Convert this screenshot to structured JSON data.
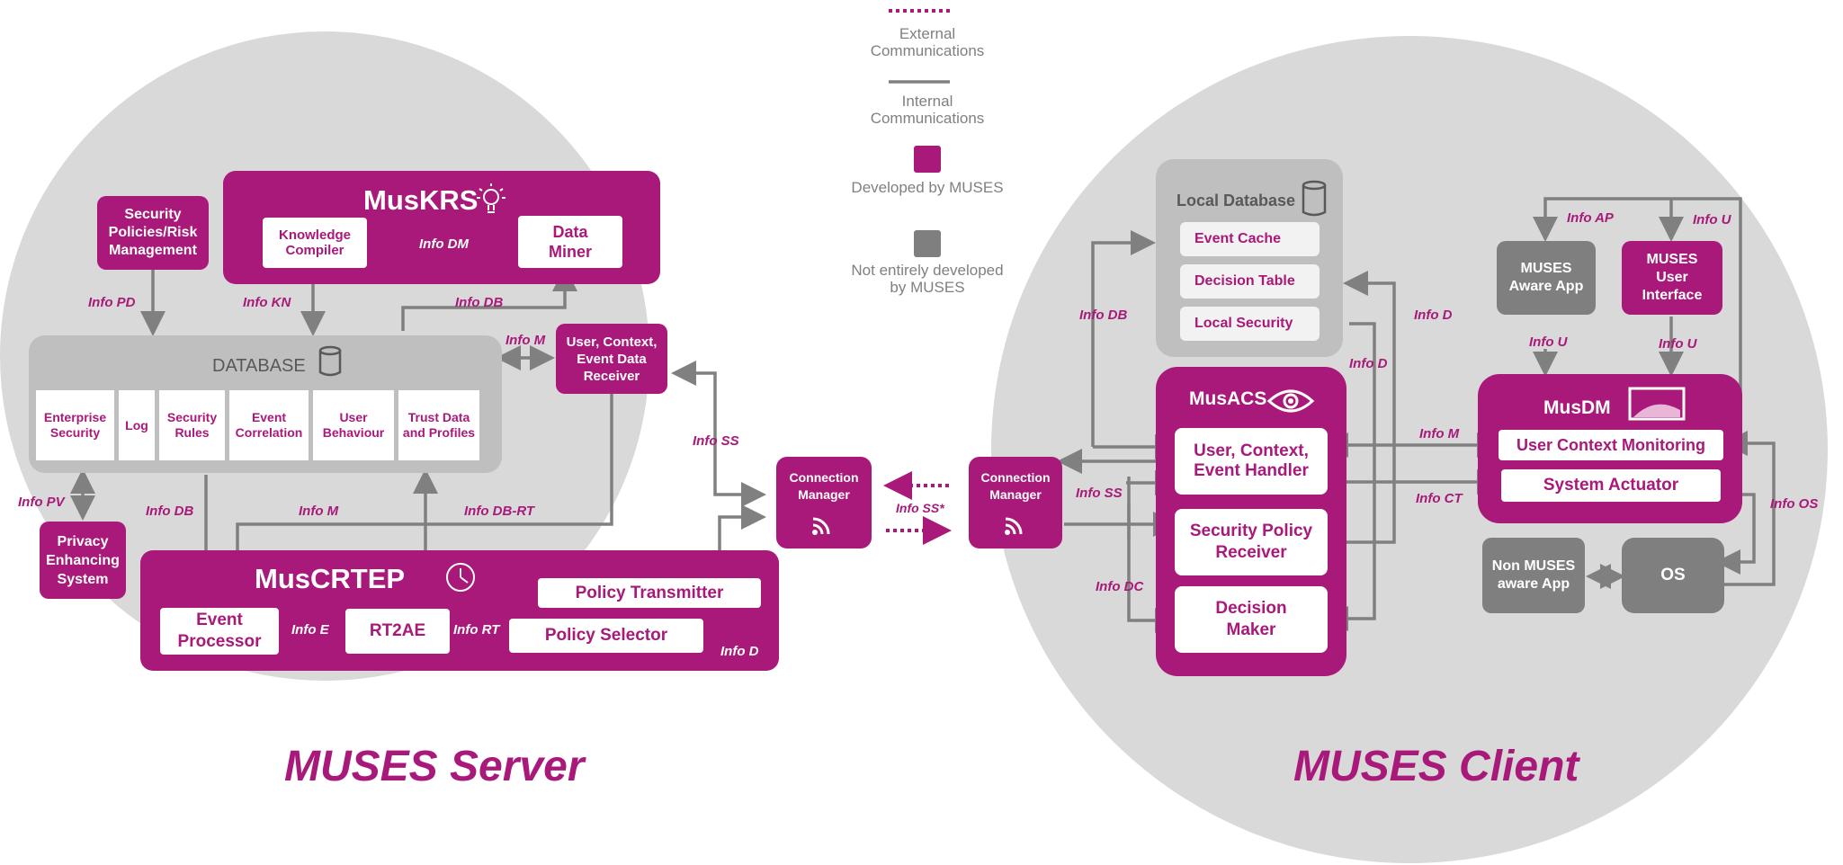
{
  "legend": {
    "external": "External Communications",
    "internal": "Internal Communications",
    "developed": "Developed by MUSES",
    "not_developed": "Not entirely developed by MUSES"
  },
  "server": {
    "title": "MUSES Server",
    "muskrs": {
      "title": "MusKRS",
      "knowledge_compiler": "Knowledge Compiler",
      "data_miner": "Data Miner",
      "info_dm": "Info DM"
    },
    "security_policies": "Security Policies/Risk Management",
    "database": {
      "title": "DATABASE",
      "cells": [
        "Enterprise Security",
        "Log",
        "Security Rules",
        "Event Correlation",
        "User Behaviour",
        "Trust Data and Profiles"
      ]
    },
    "receiver": "User, Context, Event Data Receiver",
    "privacy": "Privacy Enhancing System",
    "muscrtep": {
      "title": "MusCRTEP",
      "event_processor": "Event Processor",
      "rt2ae": "RT2AE",
      "policy_selector": "Policy Selector",
      "policy_transmitter": "Policy Transmitter",
      "info_e": "Info E",
      "info_rt": "Info RT",
      "info_d": "Info D"
    },
    "connection_manager": "Connection Manager",
    "labels": {
      "info_pd": "Info PD",
      "info_kn": "Info KN",
      "info_db_top": "Info DB",
      "info_m_top": "Info M",
      "info_ss": "Info SS",
      "info_pv": "Info PV",
      "info_db_left": "Info DB",
      "info_m_mid": "Info M",
      "info_db_rt": "Info DB-RT"
    }
  },
  "middle": {
    "info_ss_star": "Info SS*"
  },
  "client": {
    "title": "MUSES Client",
    "connection_manager": "Connection Manager",
    "local_db": {
      "title": "Local Database",
      "items": [
        "Event Cache",
        "Decision Table",
        "Local Security"
      ]
    },
    "musacs": {
      "title": "MusACS",
      "handler": "User, Context, Event Handler",
      "receiver": "Security Policy Receiver",
      "decision": "Decision Maker"
    },
    "aware_app": "MUSES Aware App",
    "user_interface": "MUSES User Interface",
    "musdm": {
      "title": "MusDM",
      "monitoring": "User Context Monitoring",
      "actuator": "System Actuator"
    },
    "non_muses": "Non MUSES aware App",
    "os": "OS",
    "labels": {
      "info_db": "Info DB",
      "info_d_1": "Info D",
      "info_d_2": "Info D",
      "info_ss": "Info SS",
      "info_dc": "Info DC",
      "info_ap": "Info AP",
      "info_u_1": "Info U",
      "info_u_2": "Info U",
      "info_u_3": "Info U",
      "info_m": "Info M",
      "info_ct": "Info CT",
      "info_os": "Info OS"
    }
  },
  "colors": {
    "magenta": "#a8197a",
    "grey": "#7f7f7f",
    "circle": "#d9d9d9",
    "line": "#808080"
  }
}
